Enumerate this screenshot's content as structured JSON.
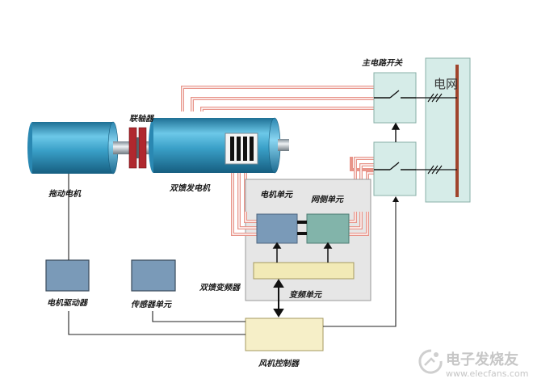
{
  "diagram": {
    "labels": {
      "main_switch": "主电路开关",
      "grid": "电网",
      "coupling": "联轴器",
      "drive_motor": "拖动电机",
      "dfig": "双馈发电机",
      "motor_unit": "电机单元",
      "grid_unit": "网侧单元",
      "converter": "双馈变频器",
      "inverter_unit": "变频单元",
      "motor_driver": "电机驱动器",
      "sensor_unit": "传感器单元",
      "turbine_controller": "风机控制器"
    },
    "colors": {
      "power_line": "#e8958a",
      "signal_line": "#222222",
      "motor_body": "#3fa0c8",
      "cabinet_fill": "#e6e6e6",
      "unit_blue": "#7a9ab8",
      "unit_green": "#82b4aa",
      "switch_fill": "#d6ece8",
      "controller_fill": "#f6efc8"
    }
  },
  "watermark": {
    "brand": "电子发烧友",
    "url": "www.elecfans.com"
  }
}
